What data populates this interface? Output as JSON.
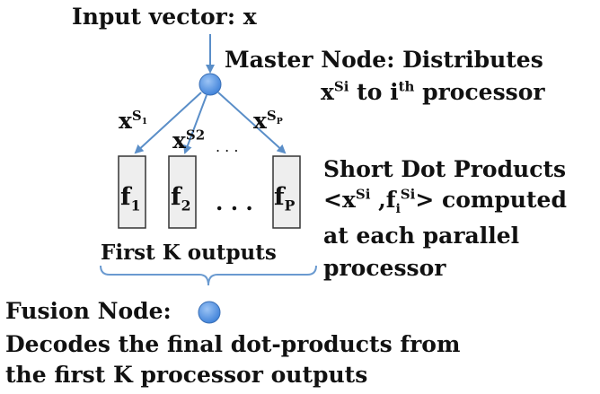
{
  "input": {
    "prefix": "Input vector: ",
    "var": "x"
  },
  "master": {
    "line1": "Master Node: Distributes",
    "x": "x",
    "sup": "Si",
    "to": " to  i",
    "th": "th",
    "rest": " processor"
  },
  "arrows": {
    "x1": "x",
    "x1_sup_base": "S",
    "x1_sup_sub": "1",
    "x2": "x",
    "x2_sup": "S2",
    "xp": "x",
    "xp_sup_base": "S",
    "xp_sup_sub": "P",
    "dots_top": ". . ."
  },
  "processors": [
    {
      "base": "f",
      "sub": "1"
    },
    {
      "base": "f",
      "sub": "2"
    },
    {
      "base": "f",
      "sub": "P"
    }
  ],
  "proc_dots": ". . .",
  "short_dot": {
    "line1": "Short Dot Products",
    "lt": "<x",
    "sup1": "Si",
    "comma": " ,f",
    "sub_i": "i",
    "sup2": "Si",
    "gt": "> computed",
    "line3": "at each parallel",
    "line4": "processor"
  },
  "first_k": "First K outputs",
  "fusion": {
    "title": "Fusion Node:",
    "line2": "Decodes the final dot-products from",
    "line3": "the first K processor outputs"
  },
  "colors": {
    "node": "#4a8fe0",
    "arrow": "#5a8ec8",
    "box_fill": "#eeeeee",
    "box_stroke": "#333333",
    "brace": "#6a9ad0"
  }
}
